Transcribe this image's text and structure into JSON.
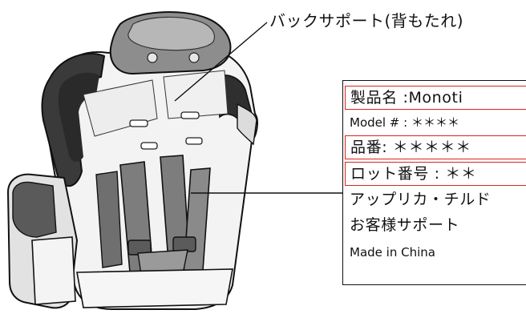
{
  "callout": {
    "back_support": "バックサポート(背もたれ)"
  },
  "label_card": {
    "product_name": "製品名 :Monoti",
    "model_number": "Model # : ＊＊＊＊",
    "part_number": "品番: ＊＊＊＊＊",
    "lot_number": "ロット番号 : ＊＊",
    "company": "アップリカ・チルド",
    "support": "お客様サポート",
    "origin": "Made in China"
  }
}
